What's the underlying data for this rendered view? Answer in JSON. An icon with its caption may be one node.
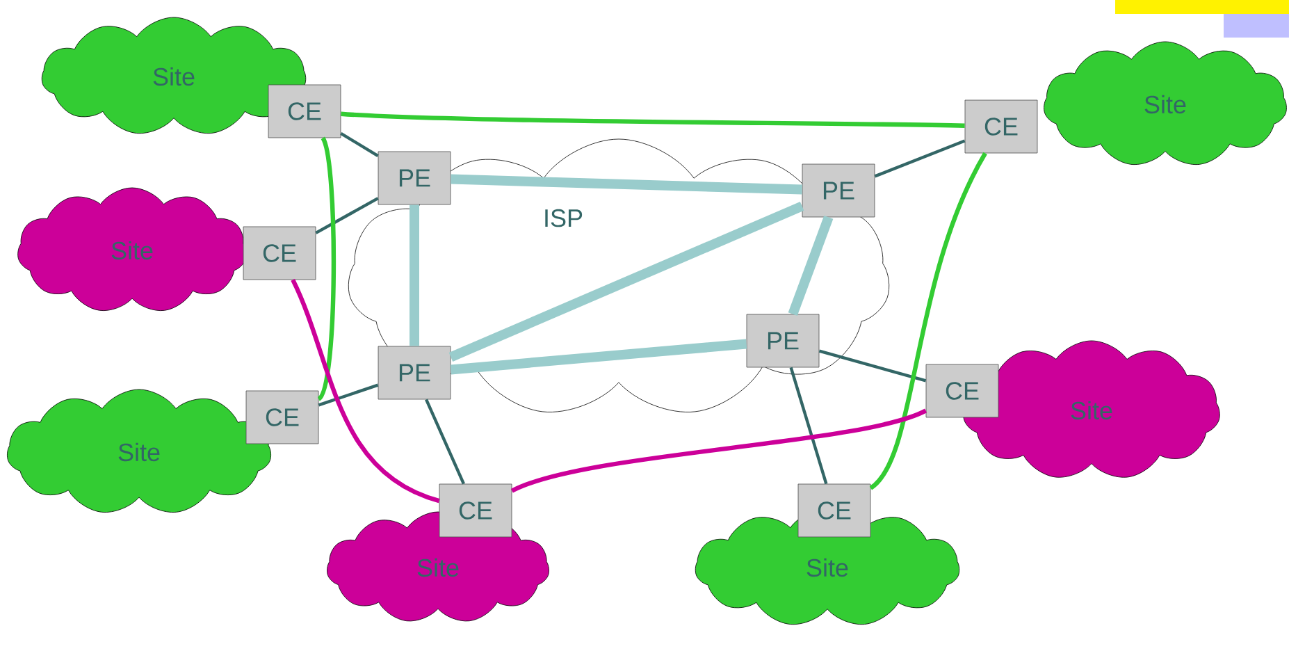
{
  "diagram": {
    "nodes": [
      {
        "text": [
          "ISP"
        ]
      },
      {
        "text": [
          "PE"
        ],
        "in": 0
      },
      {
        "text": [
          "PE"
        ],
        "in": 0
      },
      {
        "text": [
          "PE"
        ],
        "in": 0
      },
      {
        "text": [
          "PE"
        ],
        "in": 0
      },
      {
        "text": [
          "Site"
        ]
      },
      {
        "text": [
          "CE"
        ]
      },
      {
        "text": [
          "Site"
        ]
      },
      {
        "text": [
          "CE"
        ]
      },
      {
        "text": [
          "Site"
        ]
      },
      {
        "text": [
          "CE"
        ]
      },
      {
        "text": [
          "Site"
        ]
      },
      {
        "text": [
          "CE"
        ]
      },
      {
        "text": [
          "Site"
        ]
      },
      {
        "text": [
          "CE"
        ]
      },
      {
        "text": [
          "Site"
        ]
      },
      {
        "text": [
          "CE"
        ]
      },
      {
        "text": [
          "Site"
        ]
      },
      {
        "text": [
          "CE"
        ]
      }
    ],
    "edges": [
      {
        "from": 6,
        "to": 1,
        "arrow": "none"
      },
      {
        "from": 8,
        "to": 1,
        "arrow": "none"
      },
      {
        "from": 10,
        "to": 3,
        "arrow": "none"
      },
      {
        "from": 12,
        "to": 3,
        "arrow": "none"
      },
      {
        "from": 14,
        "to": 4,
        "arrow": "none"
      },
      {
        "from": 16,
        "to": 4,
        "arrow": "none"
      },
      {
        "from": 18,
        "to": 2,
        "arrow": "none"
      },
      {
        "from": 1,
        "to": 2,
        "arrow": "none",
        "style": "thick",
        "color": "#99cccc"
      },
      {
        "from": 1,
        "to": 3,
        "arrow": "none",
        "style": "thick",
        "color": "#99cccc"
      },
      {
        "from": 3,
        "to": 2,
        "arrow": "none",
        "style": "thick",
        "color": "#99cccc"
      },
      {
        "from": 3,
        "to": 4,
        "arrow": "none",
        "style": "thick",
        "color": "#99cccc"
      },
      {
        "from": 4,
        "to": 2,
        "arrow": "none",
        "style": "thick",
        "color": "#99cccc"
      },
      {
        "from": 6,
        "to": 18,
        "arrow": "none",
        "color": "#33cc33"
      },
      {
        "from": 6,
        "to": 10,
        "arrow": "none",
        "color": "#33cc33"
      },
      {
        "from": 18,
        "to": 14,
        "arrow": "none",
        "color": "#33cc33"
      },
      {
        "from": 8,
        "to": 12,
        "arrow": "none",
        "color": "#cc0099"
      },
      {
        "from": 12,
        "to": 16,
        "arrow": "none",
        "color": "#cc0099"
      }
    ]
  }
}
